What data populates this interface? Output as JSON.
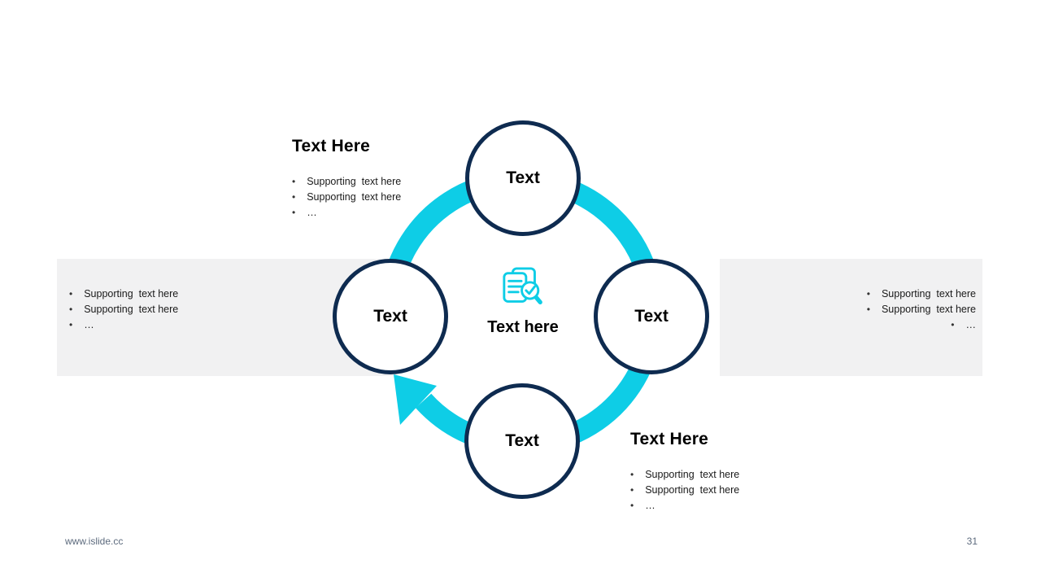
{
  "colors": {
    "accent_cyan": "#0ecde6",
    "circle_border_navy": "#0e2b50",
    "band_gray": "#f1f1f2",
    "footer_text_gray": "#5c6a7d",
    "text_black": "#000000"
  },
  "diagram": {
    "circles": [
      {
        "position": "top",
        "label": "Text"
      },
      {
        "position": "left",
        "label": "Text"
      },
      {
        "position": "right",
        "label": "Text"
      },
      {
        "position": "bottom",
        "label": "Text"
      }
    ],
    "center": {
      "icon": "document-search-check-icon",
      "label": "Text here"
    },
    "arrow_direction": "clockwise"
  },
  "text_blocks": {
    "top_left": {
      "heading": "Text Here",
      "bullets": [
        "Supporting  text here",
        "Supporting  text here",
        "…"
      ]
    },
    "middle_left": {
      "bullets": [
        "Supporting  text here",
        "Supporting  text here",
        "…"
      ]
    },
    "middle_right": {
      "bullets": [
        "Supporting  text here",
        "Supporting  text here",
        "…"
      ]
    },
    "bottom_right": {
      "heading": "Text Here",
      "bullets": [
        "Supporting  text here",
        "Supporting  text here",
        "…"
      ]
    }
  },
  "footer": {
    "website": "www.islide.cc",
    "page_number": "31"
  },
  "bullet_glyph": "•"
}
